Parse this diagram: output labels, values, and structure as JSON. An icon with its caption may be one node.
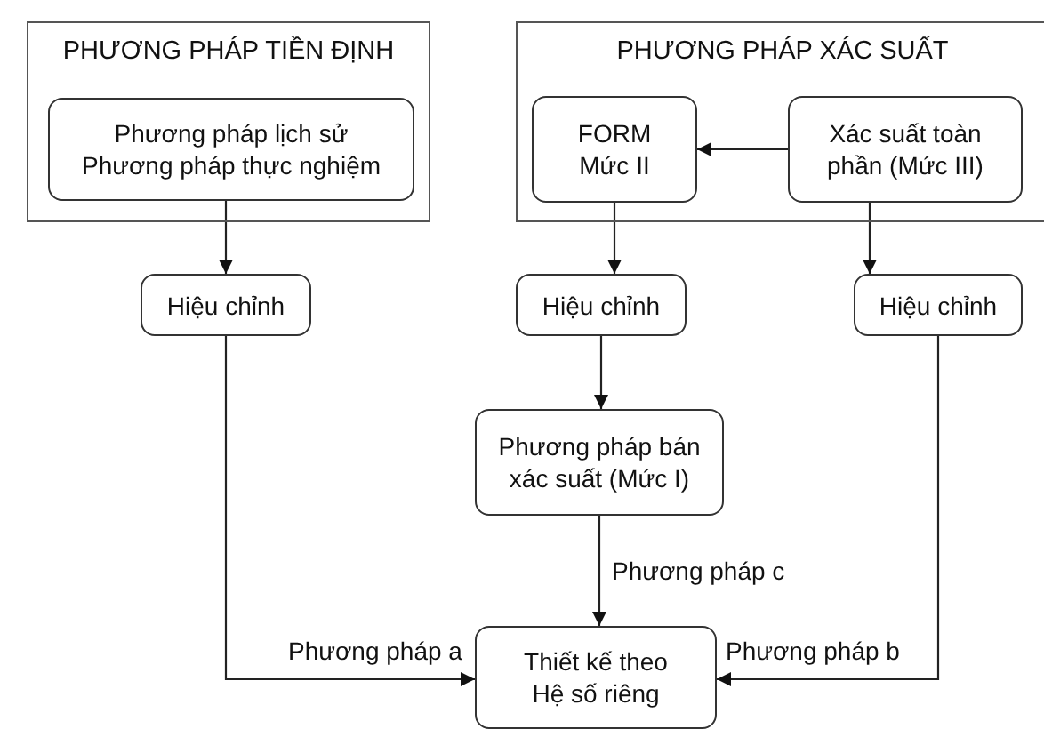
{
  "diagram": {
    "nodes": [
      {
        "text": [
          "PHƯƠNG PHÁP TIỀN ĐỊNH"
        ]
      },
      {
        "text": [
          "Phương pháp lịch sử",
          "Phương pháp thực nghiệm"
        ],
        "in": 0
      },
      {
        "text": [
          "PHƯƠNG PHÁP XÁC SUẤT"
        ]
      },
      {
        "text": [
          "FORM Mức II"
        ],
        "in": 2
      },
      {
        "text": [
          "Xác suất toàn phần (Mức III)"
        ],
        "in": 2
      },
      {
        "text": [
          "Hiệu chỉnh"
        ]
      },
      {
        "text": [
          "Hiệu chỉnh"
        ]
      },
      {
        "text": [
          "Hiệu chỉnh"
        ]
      },
      {
        "text": [
          "Phương pháp bán xác suất (Mức I)"
        ]
      },
      {
        "text": [
          "Thiết kế theo Hệ số riêng"
        ]
      }
    ],
    "edges": [
      {
        "from": 1,
        "to": 5,
        "arrow": "to"
      },
      {
        "from": 4,
        "to": 3,
        "arrow": "to"
      },
      {
        "from": 3,
        "to": 6,
        "arrow": "to"
      },
      {
        "from": 4,
        "to": 7,
        "arrow": "to"
      },
      {
        "from": 6,
        "to": 8,
        "arrow": "to"
      },
      {
        "from": 8,
        "to": 9,
        "arrow": "to",
        "label": "Phương pháp c"
      },
      {
        "from": 5,
        "to": 9,
        "arrow": "to",
        "label": "Phương pháp a"
      },
      {
        "from": 7,
        "to": 9,
        "arrow": "to",
        "label": "Phương pháp b"
      }
    ]
  }
}
